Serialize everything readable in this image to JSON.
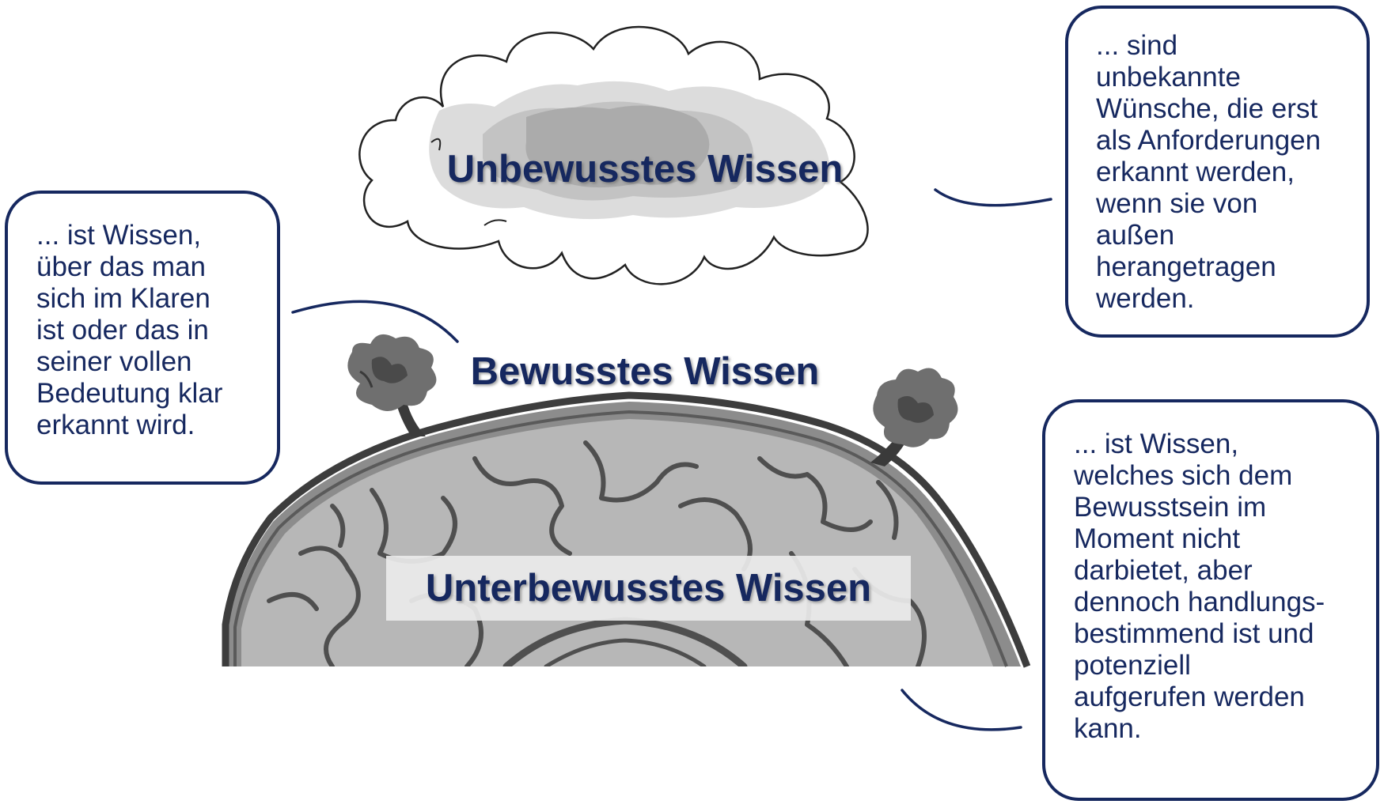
{
  "labels": {
    "unbewusst": "Unbewusstes Wissen",
    "bewusst": "Bewusstes Wissen",
    "unterbewusst": "Unterbewusstes Wissen"
  },
  "callouts": {
    "bewusst": "... ist Wissen,\nüber das man\nsich im Klaren\nist oder das in\nseiner vollen\nBedeutung klar\nerkannt wird.",
    "unbewusst": "... sind\nunbekannte\nWünsche, die erst\nals Anforderungen\nerkannt werden,\nwenn sie von\naußen\nherangetragen\nwerden.",
    "unterbewusst": "... ist Wissen,\nwelches sich dem\nBewusstsein im\nMoment nicht\ndarbietet, aber\ndennoch handlungs-\nbestimmend ist und\npotenziell\naufgerufen werden\nkann."
  },
  "colors": {
    "text": "#16285f",
    "border": "#16285f",
    "cloud_fill": "#d3d3d3",
    "brain_fill": "#a9a9a9",
    "vein": "#4f4f4f"
  },
  "icons": {
    "cloud": "cloud-icon",
    "brain": "brain-cross-section-icon",
    "tree_left": "tree-icon",
    "tree_right": "tree-icon"
  }
}
